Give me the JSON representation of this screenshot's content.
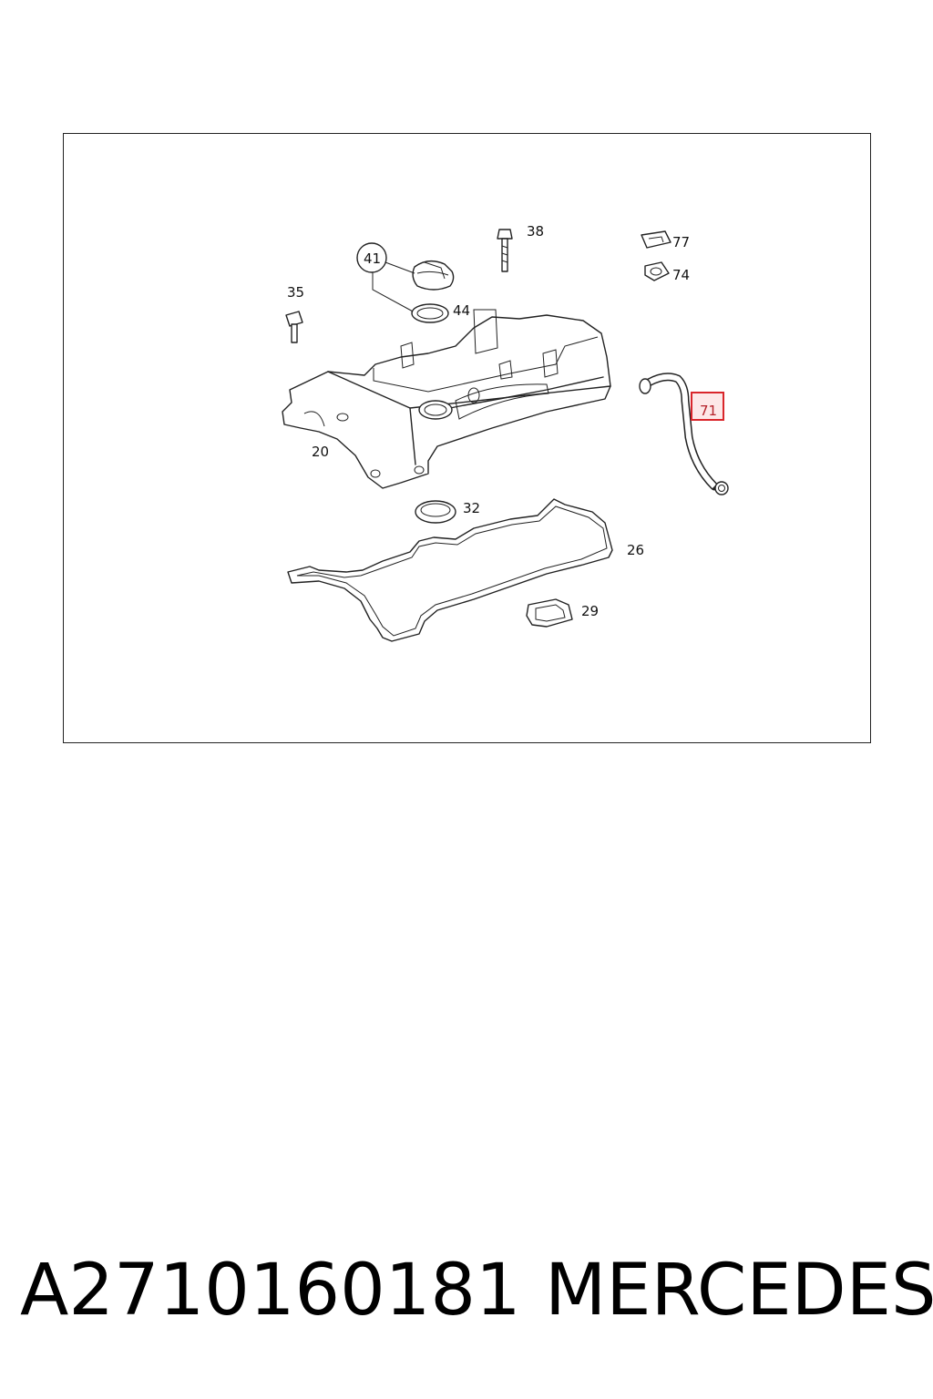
{
  "diagram": {
    "callouts": {
      "p41": "41",
      "p38": "38",
      "p77": "77",
      "p74": "74",
      "p35": "35",
      "p44": "44",
      "p71": "71",
      "p20": "20",
      "p32": "32",
      "p26": "26",
      "p29": "29"
    },
    "highlighted_part": "71",
    "highlight_color": "#d9262b"
  },
  "caption": {
    "part_number": "A2710160181",
    "brand": "MERCEDES"
  }
}
